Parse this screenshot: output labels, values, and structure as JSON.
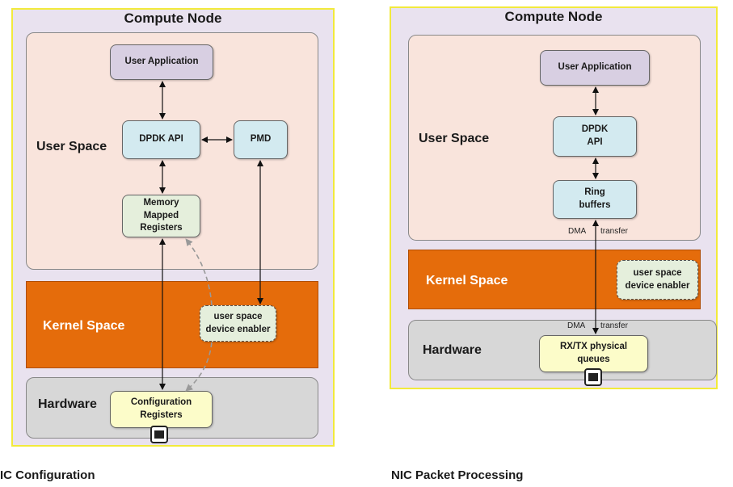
{
  "left": {
    "title": "Compute Node",
    "user_space": "User Space",
    "kernel_space": "Kernel Space",
    "hardware": "Hardware",
    "user_application": "User Application",
    "dpdk_api": "DPDK API",
    "pmd": "PMD",
    "memory_mapped_registers": "Memory Mapped Registers",
    "device_enabler": "user space device enabler",
    "configuration_registers": "Configuration Registers",
    "caption": "IC Configuration"
  },
  "right": {
    "title": "Compute Node",
    "user_space": "User Space",
    "kernel_space": "Kernel Space",
    "hardware": "Hardware",
    "user_application": "User Application",
    "dpdk_api": "DPDK API",
    "ring_buffers": "Ring buffers",
    "device_enabler": "user space device enabler",
    "rxtx_queues": "RX/TX physical queues",
    "dma_upper_left": "DMA",
    "dma_upper_right": "transfer",
    "dma_lower_left": "DMA",
    "dma_lower_right": "transfer",
    "caption": "NIC Packet Processing"
  },
  "colors": {
    "panel_bg": "#e9e2ef",
    "panel_border": "#f2ea3c",
    "user_space_bg": "#f9e4dc",
    "kernel_space_bg": "#e56c0b",
    "hardware_bg": "#d7d7d7",
    "user_app_bg": "#d8cfe2",
    "api_bg": "#d3eaf0",
    "registers_bg": "#e5efdc",
    "hw_box_bg": "#fcfcc9"
  },
  "icons": [
    "ethernet-port-icon"
  ]
}
